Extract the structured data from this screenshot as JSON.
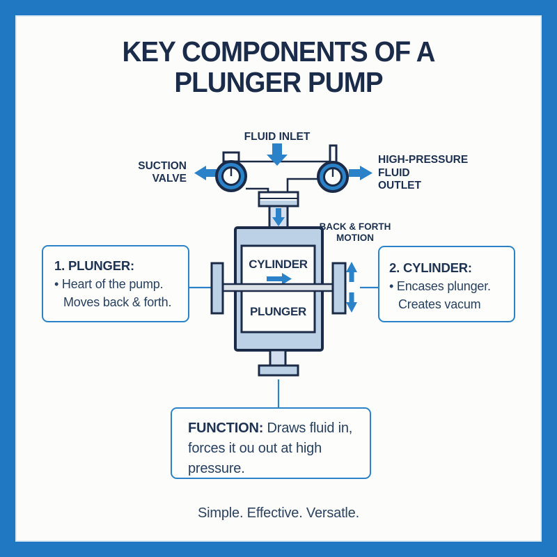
{
  "title": {
    "line1": "KEY COMPONENTS OF A",
    "line2": "PLUNGER PUMP"
  },
  "diagram": {
    "fluid_inlet": "FLUID INLET",
    "suction_valve": {
      "line1": "SUCTION",
      "line2": "VALVE"
    },
    "outlet": {
      "line1": "HIGH-PRESSURE",
      "line2": "FLUID",
      "line3": "OUTLET"
    },
    "motion": {
      "line1": "BACK & FORTH",
      "line2": "MOTION"
    },
    "cylinder_label": "CYLINDER",
    "plunger_label": "PLUNGER"
  },
  "callouts": {
    "plunger": {
      "heading": "1. PLUNGER:",
      "bullet": "• Heart of the pump.",
      "cont": "Moves back & forth."
    },
    "cylinder": {
      "heading": "2. CYLINDER:",
      "bullet": "• Encases plunger.",
      "cont": "Creates vacum"
    },
    "function": {
      "heading": "FUNCTION:",
      "body": "Draws fluid in, forces it ou out at high pressure."
    }
  },
  "tagline": "Simple. Effective. Versatle.",
  "colors": {
    "frame_blue": "#1f78c1",
    "accent_blue": "#2b82c9",
    "outline_navy": "#1b2b47",
    "text_navy": "#1e3252",
    "fill_light_blue": "#bdd1e6",
    "fill_lighter_blue": "#d3dfee",
    "rod_gray": "#dde2e8",
    "background": "#fcfcfa"
  }
}
